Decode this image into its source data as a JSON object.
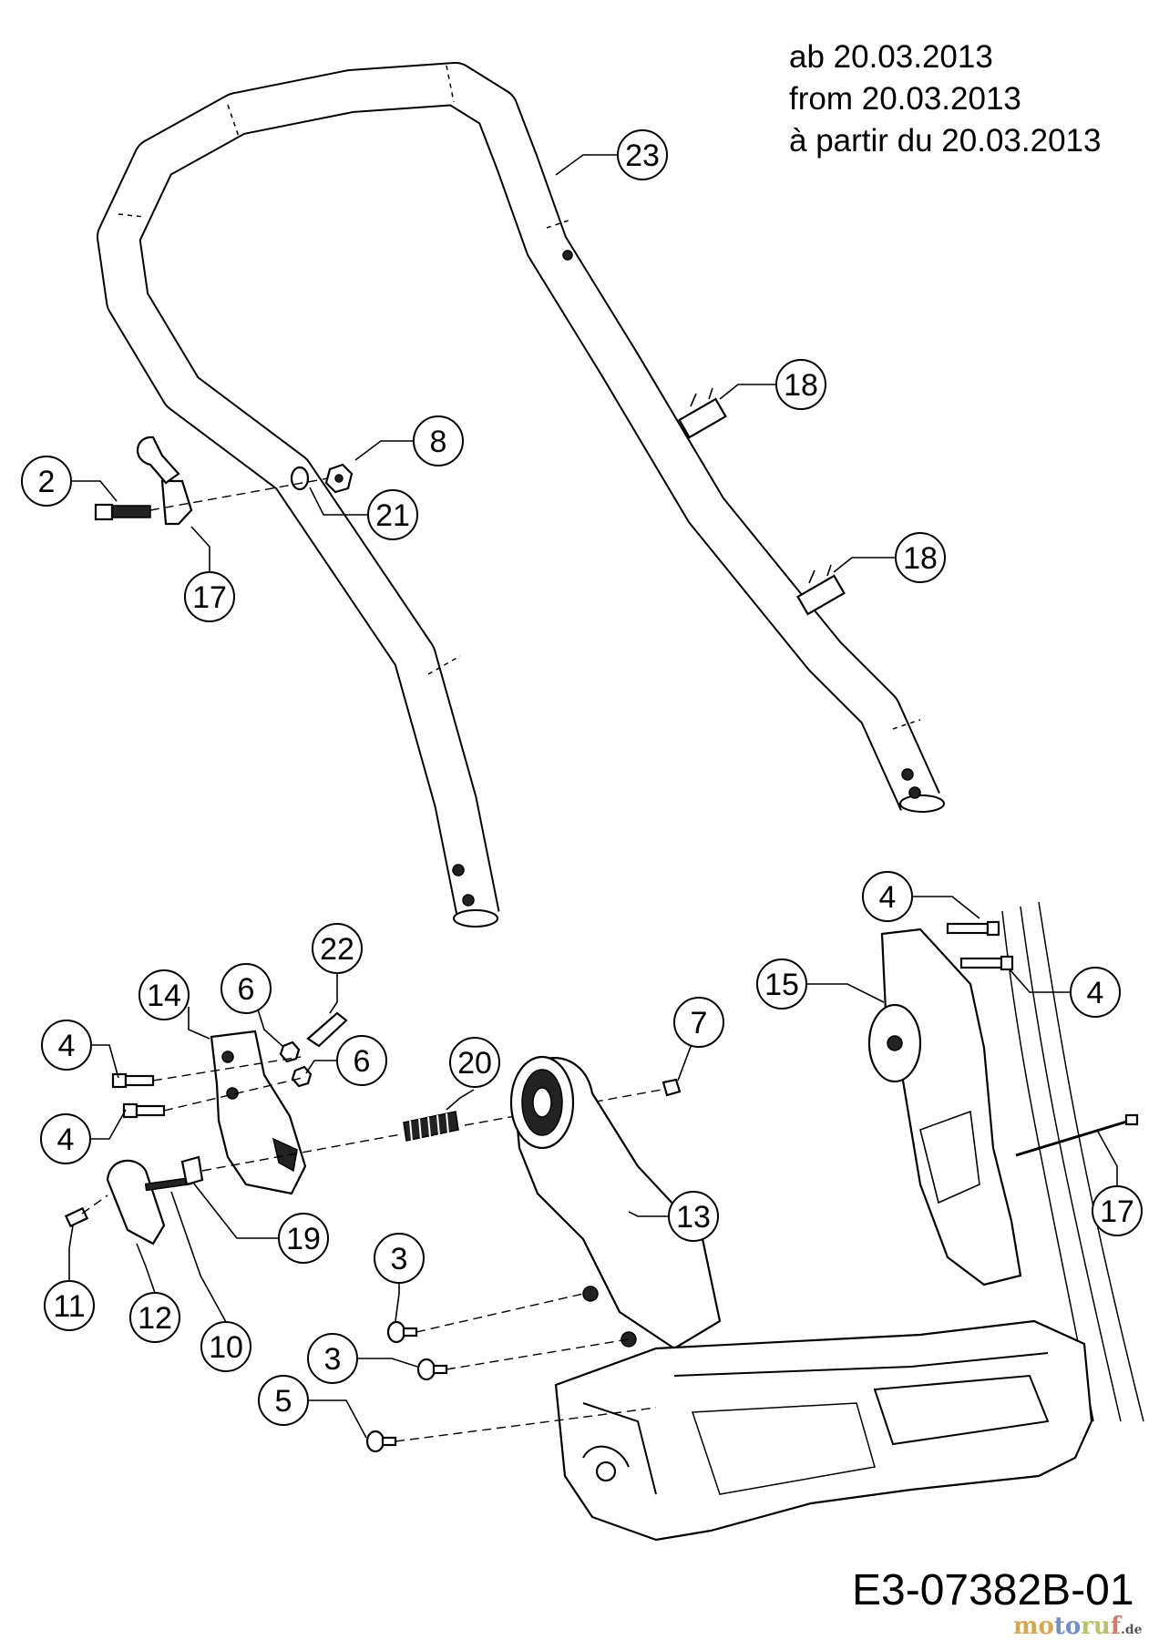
{
  "validity_note": {
    "lines": [
      "ab 20.03.2013",
      "from 20.03.2013",
      "à partir du 20.03.2013"
    ]
  },
  "drawing_code": "E3-07382B-01",
  "watermark": {
    "letters": [
      "mo",
      "to",
      "ru",
      "f"
    ],
    "suffix": ".de"
  },
  "callouts": {
    "c23": "23",
    "c18a": "18",
    "c18b": "18",
    "c8": "8",
    "c2": "2",
    "c21": "21",
    "c17a": "17",
    "c4a": "4",
    "c4b": "4",
    "c15": "15",
    "c22": "22",
    "c14": "14",
    "c6a": "6",
    "c6b": "6",
    "c7": "7",
    "c20": "20",
    "c4c": "4",
    "c4d": "4",
    "c17b": "17",
    "c13": "13",
    "c19": "19",
    "c11": "11",
    "c12": "12",
    "c10": "10",
    "c3a": "3",
    "c3b": "3",
    "c5": "5"
  }
}
